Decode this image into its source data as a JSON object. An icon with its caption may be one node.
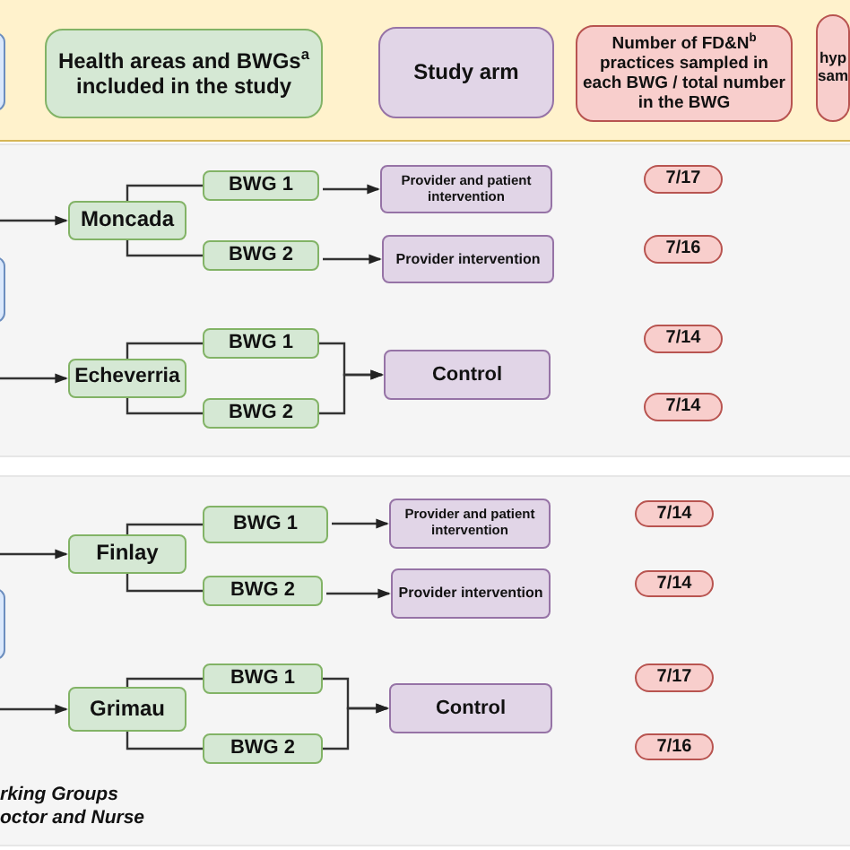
{
  "diagram": {
    "nodes": [
      {
        "text": [],
        "shape": "box"
      },
      {
        "text": [
          "Health areas and BWGs$^{a}$ included in the study"
        ]
      },
      {
        "text": [
          "Study arm"
        ]
      },
      {
        "text": [
          "Number of FD&N$^{b}$ practices sampled in each BWG / total number in the BWG"
        ]
      },
      {
        "text": [
          "hyp sam"
        ]
      },
      {
        "text": [],
        "shape": "box"
      },
      {
        "text": [
          "Moncada"
        ]
      },
      {
        "text": [
          "BWG 1"
        ]
      },
      {
        "text": [
          "BWG 2"
        ]
      },
      {
        "text": [
          "Provider and patient intervention"
        ]
      },
      {
        "text": [
          "Provider intervention"
        ]
      },
      {
        "text": [
          "7/17"
        ]
      },
      {
        "text": [
          "7/16"
        ]
      },
      {
        "text": [
          "Echeverria"
        ]
      },
      {
        "text": [
          "BWG 1"
        ]
      },
      {
        "text": [
          "BWG 2"
        ]
      },
      {
        "text": [
          "Control"
        ]
      },
      {
        "text": [
          "7/14"
        ]
      },
      {
        "text": [
          "7/14"
        ]
      },
      {
        "text": [],
        "shape": "box"
      },
      {
        "text": [
          "Finlay"
        ]
      },
      {
        "text": [
          "BWG 1"
        ]
      },
      {
        "text": [
          "BWG 2"
        ]
      },
      {
        "text": [
          "Provider and patient intervention"
        ]
      },
      {
        "text": [
          "Provider intervention"
        ]
      },
      {
        "text": [
          "7/14"
        ]
      },
      {
        "text": [
          "7/14"
        ]
      },
      {
        "text": [
          "Grimau"
        ]
      },
      {
        "text": [
          "BWG 1"
        ]
      },
      {
        "text": [
          "BWG 2"
        ]
      },
      {
        "text": [
          "Control"
        ]
      },
      {
        "text": [
          "7/17"
        ]
      },
      {
        "text": [
          "7/16"
        ]
      }
    ],
    "edges": [
      {
        "from": null,
        "to": 6,
        "arrow": "to"
      },
      {
        "from": 6,
        "to": 7,
        "arrow": "none"
      },
      {
        "from": 6,
        "to": 8,
        "arrow": "none"
      },
      {
        "from": 7,
        "to": 9,
        "arrow": "to"
      },
      {
        "from": 8,
        "to": 10,
        "arrow": "to"
      },
      {
        "from": null,
        "to": 13,
        "arrow": "to"
      },
      {
        "from": 13,
        "to": 14,
        "arrow": "none"
      },
      {
        "from": 13,
        "to": 15,
        "arrow": "none"
      },
      {
        "from": 14,
        "to": 16,
        "arrow": "to"
      },
      {
        "from": 15,
        "to": 16,
        "arrow": "to"
      },
      {
        "from": null,
        "to": 20,
        "arrow": "to"
      },
      {
        "from": 20,
        "to": 21,
        "arrow": "none"
      },
      {
        "from": 20,
        "to": 22,
        "arrow": "none"
      },
      {
        "from": 21,
        "to": 23,
        "arrow": "to"
      },
      {
        "from": 22,
        "to": 24,
        "arrow": "to"
      },
      {
        "from": null,
        "to": 27,
        "arrow": "to"
      },
      {
        "from": 27,
        "to": 28,
        "arrow": "none"
      },
      {
        "from": 27,
        "to": 29,
        "arrow": "none"
      },
      {
        "from": 28,
        "to": 30,
        "arrow": "to"
      },
      {
        "from": 29,
        "to": 30,
        "arrow": "to"
      }
    ],
    "labels": [
      "rking Groups",
      "octor and Nurse"
    ]
  }
}
